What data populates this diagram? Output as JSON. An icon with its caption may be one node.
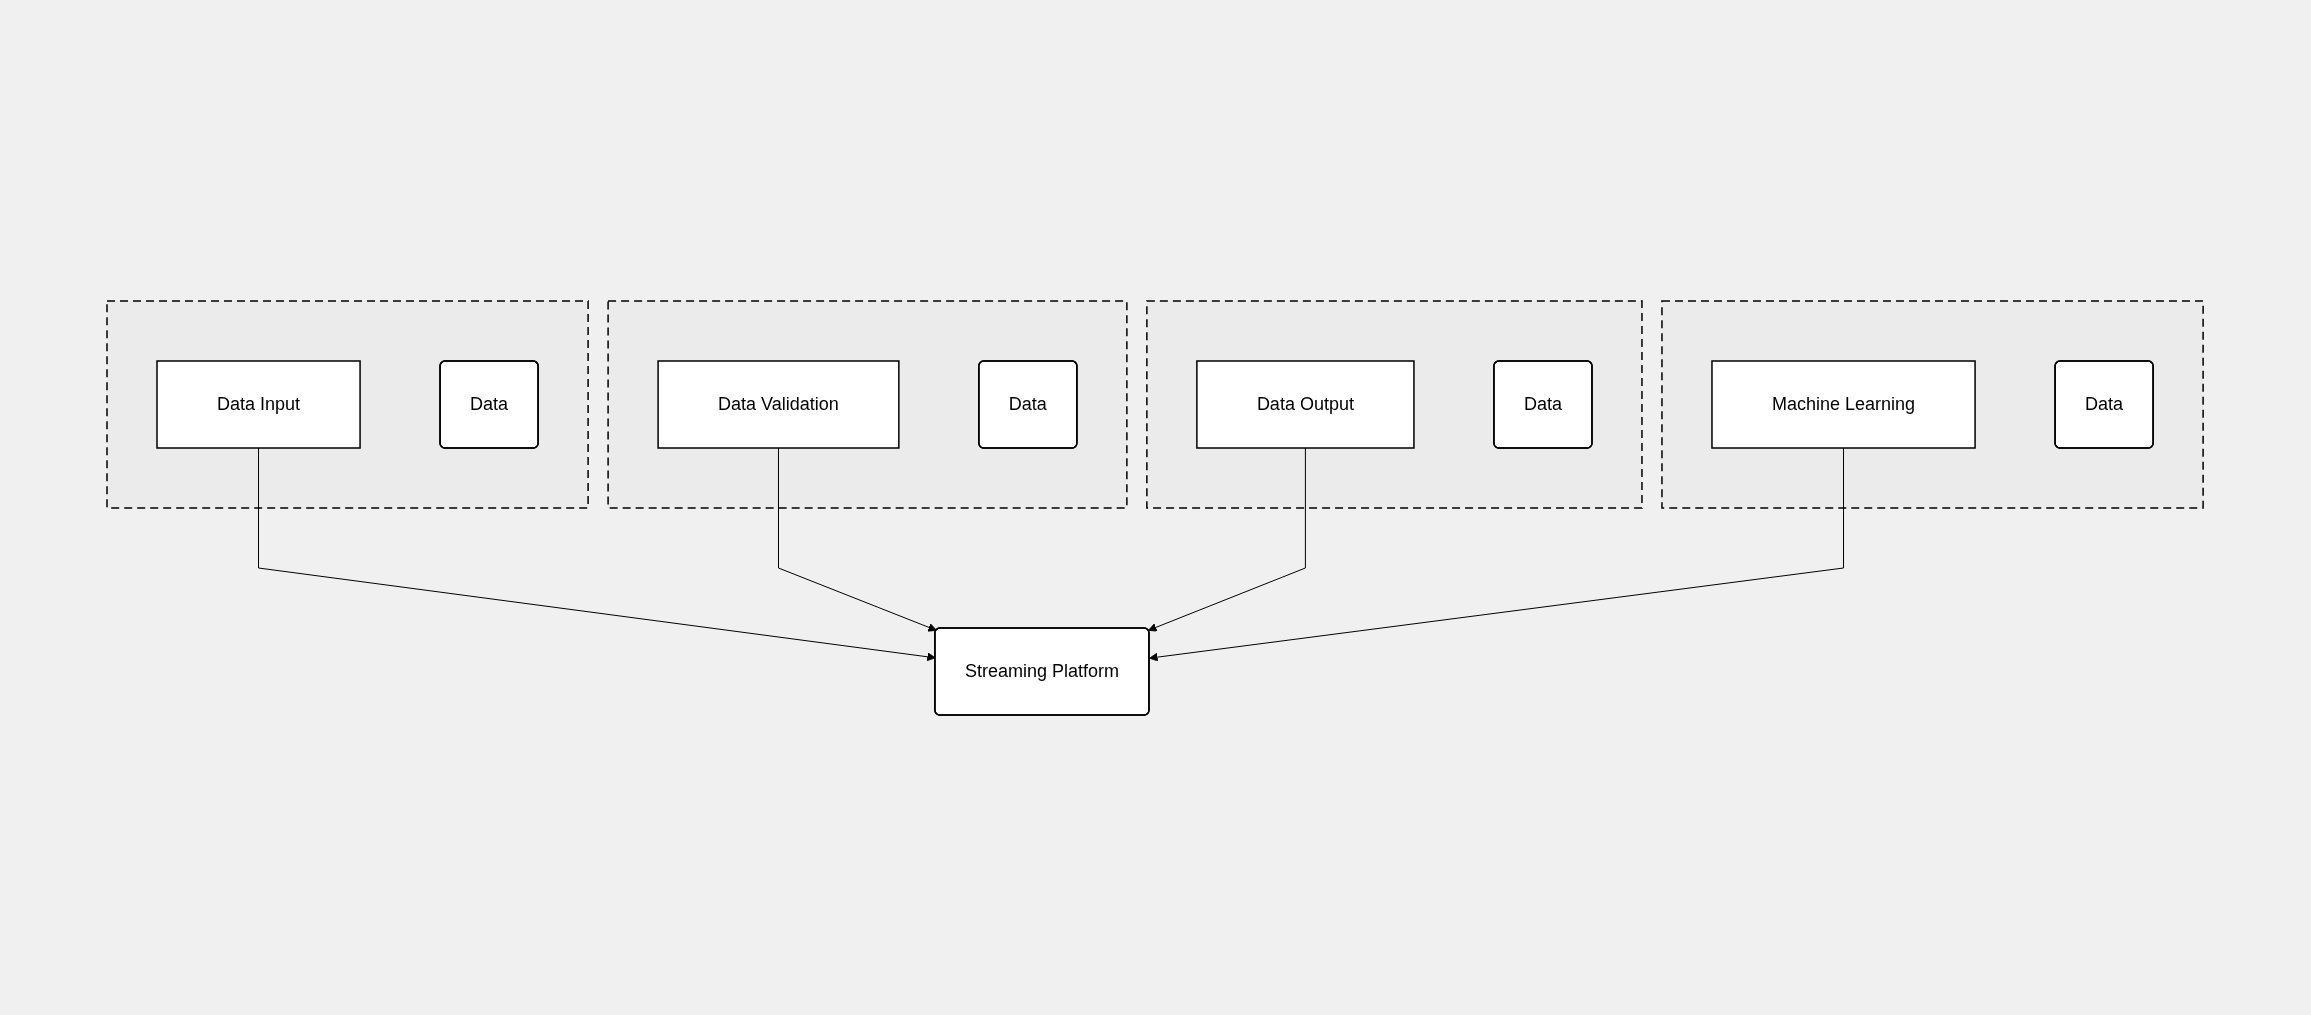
{
  "diagram": {
    "nodes": [
      {
        "text": [],
        "shape": "box"
      },
      {
        "text": [
          "Data Input"
        ],
        "in": 0
      },
      {
        "text": [
          "Data"
        ],
        "in": 0
      },
      {
        "text": [],
        "shape": "box"
      },
      {
        "text": [
          "Data Validation"
        ],
        "in": 3
      },
      {
        "text": [
          "Data"
        ],
        "in": 3
      },
      {
        "text": [
          "Streaming Platform"
        ]
      },
      {
        "text": [],
        "shape": "box"
      },
      {
        "text": [
          "Data Output"
        ],
        "in": 7
      },
      {
        "text": [
          "Data"
        ],
        "in": 7
      },
      {
        "text": [],
        "shape": "box"
      },
      {
        "text": [
          "Machine Learning"
        ],
        "in": 10
      },
      {
        "text": [
          "Data"
        ],
        "in": 10
      }
    ],
    "edges": [
      {
        "from": 1,
        "to": 6,
        "arrow": "to"
      },
      {
        "from": 4,
        "to": 6,
        "arrow": "to"
      },
      {
        "from": 8,
        "to": 6,
        "arrow": "to"
      },
      {
        "from": 11,
        "to": 6,
        "arrow": "to"
      }
    ]
  }
}
